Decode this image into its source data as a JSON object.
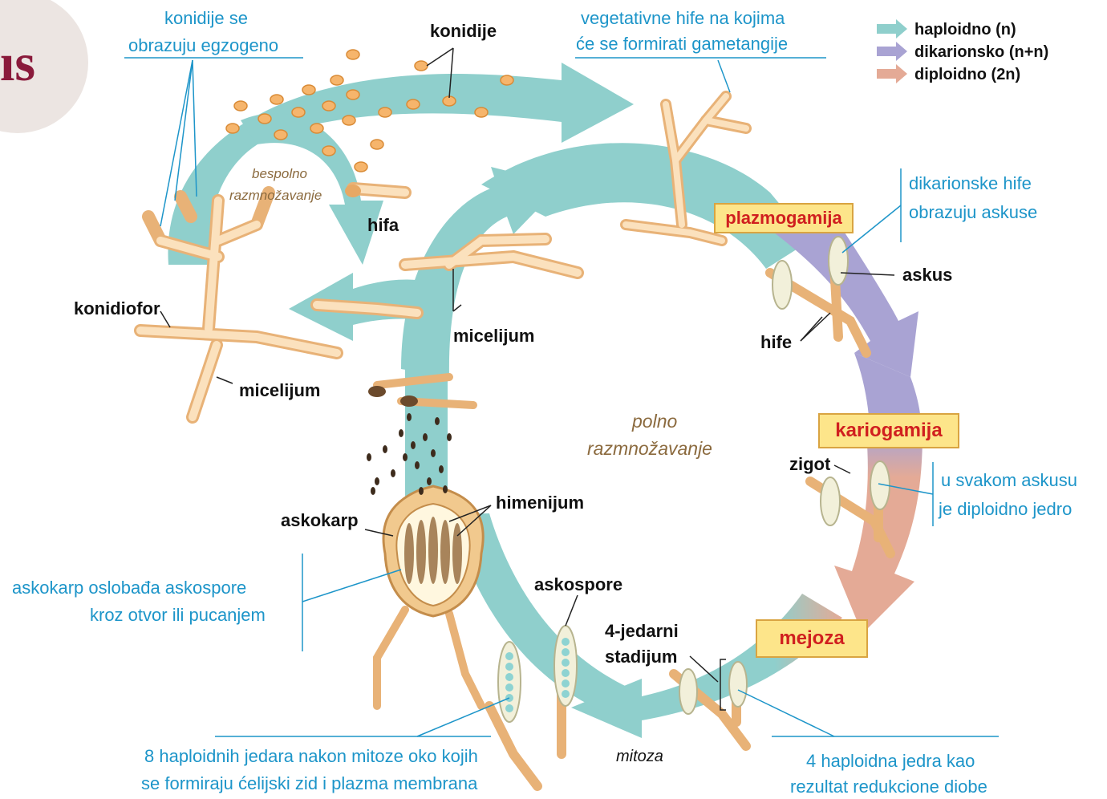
{
  "corner_badge": "ıs",
  "colors": {
    "haploid": "#8fcfcc",
    "dikaryotic": "#a9a3d3",
    "diploid": "#e4aa96",
    "label_blue": "#1d95c9",
    "process_red": "#d01f1f",
    "box_fill": "#fde58a",
    "hypha": "#f5cf98",
    "conidia": "#f4a64a"
  },
  "legend": [
    {
      "label": "haploidno (n)",
      "color": "#8fcfcc"
    },
    {
      "label": "dikarionsko (n+n)",
      "color": "#a9a3d3"
    },
    {
      "label": "diploidno (2n)",
      "color": "#e4aa96"
    }
  ],
  "labels": {
    "konidije": "konidije",
    "hifa": "hifa",
    "konidiofor": "konidiofor",
    "micelijum_left": "micelijum",
    "micelijum_center": "micelijum",
    "askus": "askus",
    "hife": "hife",
    "zigot": "zigot",
    "askokarp": "askokarp",
    "himenijum": "himenijum",
    "askospore": "askospore",
    "cetvorojedarni_1": "4-jedarni",
    "cetvorojedarni_2": "stadijum"
  },
  "process_boxes": {
    "plazmogamija": "plazmogamija",
    "kariogamija": "kariogamija",
    "mejoza": "mejoza"
  },
  "italic_labels": {
    "bespolno_1": "bespolno",
    "bespolno_2": "razmnožavanje",
    "polno_1": "polno",
    "polno_2": "razmnožavanje",
    "mitoza": "mitoza"
  },
  "notes": {
    "konidije_egzogeno_1": "konidije se",
    "konidije_egzogeno_2": "obrazuju egzogeno",
    "vegetativne_1": "vegetativne hife na kojima",
    "vegetativne_2": "će se formirati gametangije",
    "dikarionske_1": "dikarionske hife",
    "dikarionske_2": "obrazuju askuse",
    "askus_diploid_1": "u svakom askusu",
    "askus_diploid_2": "je diploidno jedro",
    "askokarp_1": "askokarp oslobađa askospore",
    "askokarp_2": "kroz otvor ili pucanjem",
    "osam_1": "8 haploidnih jedara nakon mitoze oko kojih",
    "osam_2": "se formiraju ćelijski zid i plazma membrana",
    "cetiri_1": "4 haploidna jedra kao",
    "cetiri_2": "rezultat redukcione diobe"
  }
}
